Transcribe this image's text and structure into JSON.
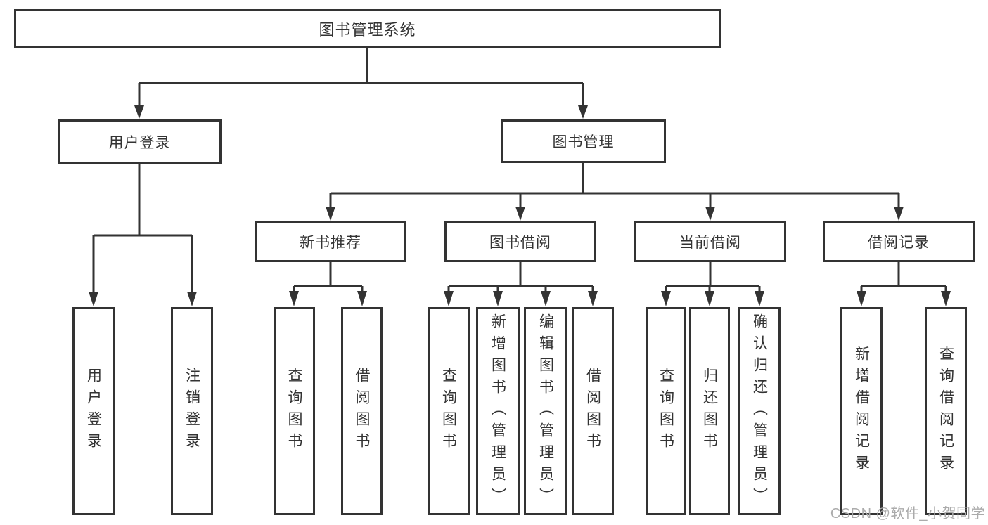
{
  "tree": {
    "label": "图书管理系统",
    "children": [
      {
        "label": "用户登录",
        "children": [
          {
            "label": "用户登录"
          },
          {
            "label": "注销登录"
          }
        ]
      },
      {
        "label": "图书管理",
        "children": [
          {
            "label": "新书推荐",
            "children": [
              {
                "label": "查询图书"
              },
              {
                "label": "借阅图书"
              }
            ]
          },
          {
            "label": "图书借阅",
            "children": [
              {
                "label": "查询图书"
              },
              {
                "label": "新增图书（管理员）"
              },
              {
                "label": "编辑图书（管理员）"
              },
              {
                "label": "借阅图书"
              }
            ]
          },
          {
            "label": "当前借阅",
            "children": [
              {
                "label": "查询图书"
              },
              {
                "label": "归还图书"
              },
              {
                "label": "确认归还（管理员）"
              }
            ]
          },
          {
            "label": "借阅记录",
            "children": [
              {
                "label": "新增借阅记录"
              },
              {
                "label": "查询借阅记录"
              }
            ]
          }
        ]
      }
    ]
  },
  "watermark": {
    "text": "CSDN @软件_小贺同学"
  },
  "colors": {
    "line": "#333333",
    "text": "#333333",
    "background": "#ffffff",
    "watermark": "#ababab"
  }
}
